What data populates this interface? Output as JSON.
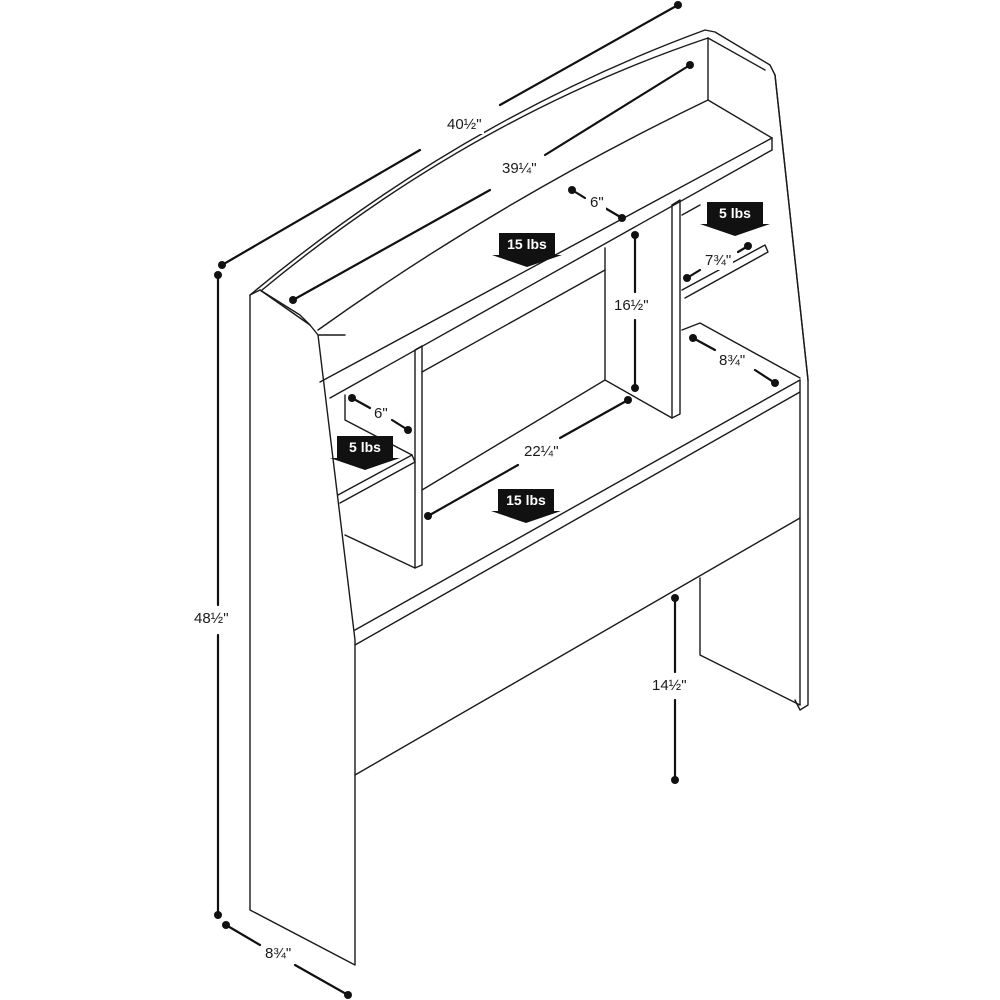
{
  "diagram": {
    "subject": "bookcase headboard",
    "dimensions": {
      "overall_width": "40½\"",
      "top_shelf_width": "39¼\"",
      "top_shelf_depth": "6\"",
      "right_cubby_shelf_width": "7¾\"",
      "center_cubby_height": "16½\"",
      "right_lower_depth": "8¾\"",
      "left_cubby_depth": "6\"",
      "center_shelf_width": "22¼\"",
      "overall_height": "48½\"",
      "leg_clearance_height": "14½\"",
      "overall_depth": "8¾\""
    },
    "weight_limits": {
      "top_shelf": "15 lbs",
      "right_cubby_shelf": "5 lbs",
      "left_cubby_shelf": "5 lbs",
      "center_shelf": "15 lbs"
    },
    "colors": {
      "line": "#1a1a1a",
      "badge_fill": "#111111",
      "badge_text": "#ffffff",
      "background": "#ffffff"
    }
  }
}
